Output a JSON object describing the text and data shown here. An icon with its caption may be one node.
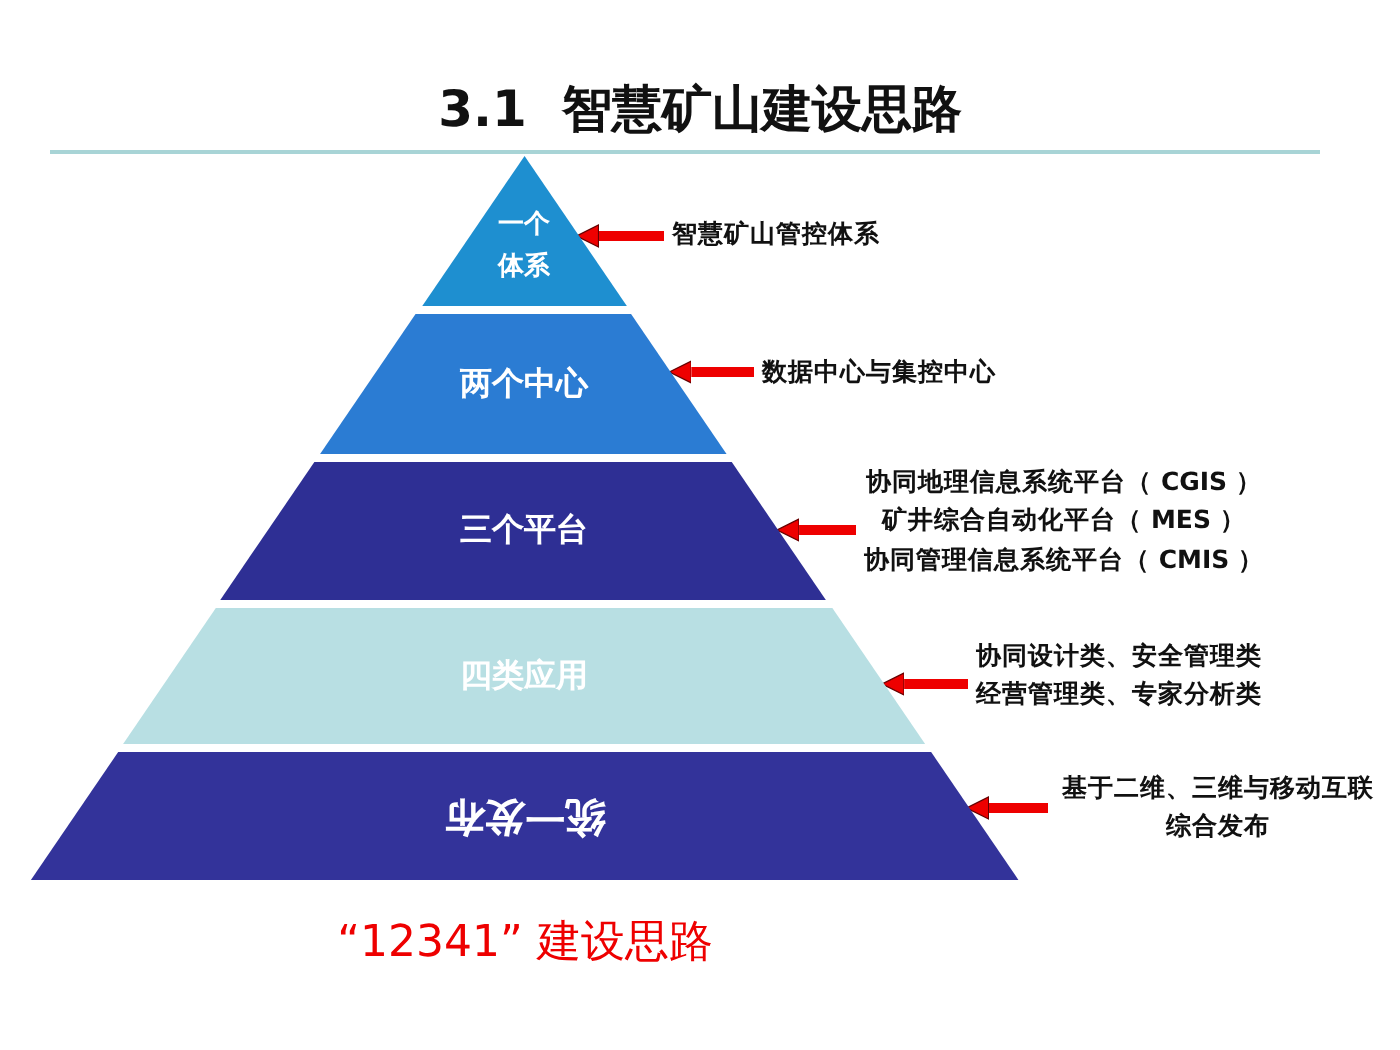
{
  "diagram": {
    "title": "3.1  智慧矿山建设思路",
    "caption": "“12341” 建设思路",
    "nodes": [
      {
        "text": [
          "一个体系"
        ]
      },
      {
        "text": [
          "两个中心"
        ]
      },
      {
        "text": [
          "三个平台"
        ]
      },
      {
        "text": [
          "四类应用"
        ]
      },
      {
        "text": [
          "统一发布"
        ]
      },
      {
        "text": [
          "智慧矿山管控体系"
        ]
      },
      {
        "text": [
          "数据中心与集控中心"
        ]
      },
      {
        "text": [
          "协同地理信息系统平台（ CGIS ）",
          "矿井综合自动化平台（ MES ）",
          "协同管理信息系统平台（ CMIS ）"
        ]
      },
      {
        "text": [
          "协同设计类、安全管理类",
          "经营管理类、专家分析类"
        ]
      },
      {
        "text": [
          "基于二维、三维与移动互联综合发布"
        ]
      }
    ],
    "edges": [
      {
        "from": 5,
        "to": 0,
        "arrow": "to"
      },
      {
        "from": 6,
        "to": 1,
        "arrow": "to"
      },
      {
        "from": 7,
        "to": 2,
        "arrow": "to"
      },
      {
        "from": 8,
        "to": 3,
        "arrow": "to"
      },
      {
        "from": 9,
        "to": 4,
        "arrow": "to"
      }
    ]
  }
}
